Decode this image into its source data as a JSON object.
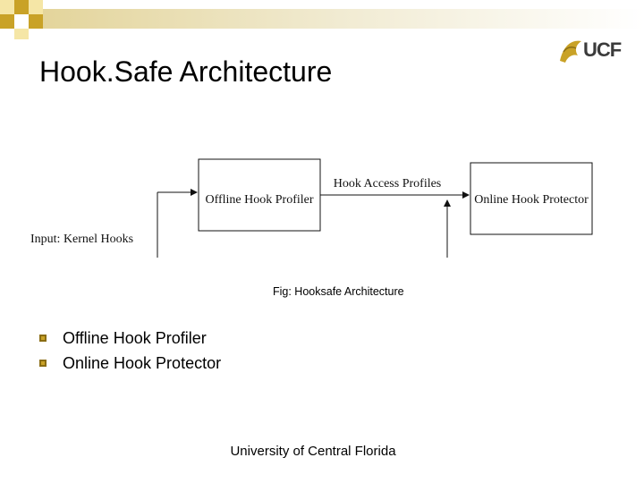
{
  "slide": {
    "title": "Hook.Safe Architecture",
    "logo_text": "UCF",
    "caption": "Fig: Hooksafe Architecture",
    "bullets": [
      {
        "label": "Offline Hook Profiler"
      },
      {
        "label": "Online Hook Protector"
      }
    ],
    "footer": "University of Central Florida"
  },
  "diagram": {
    "input_label": "Input: Kernel Hooks",
    "box_offline": "Offline Hook Profiler",
    "edge_label": "Hook Access Profiles",
    "box_online": "Online Hook Protector"
  },
  "colors": {
    "accent_gold": "#c9a227",
    "band_light": "#efe6c4",
    "bullet": "#8a6d14"
  }
}
